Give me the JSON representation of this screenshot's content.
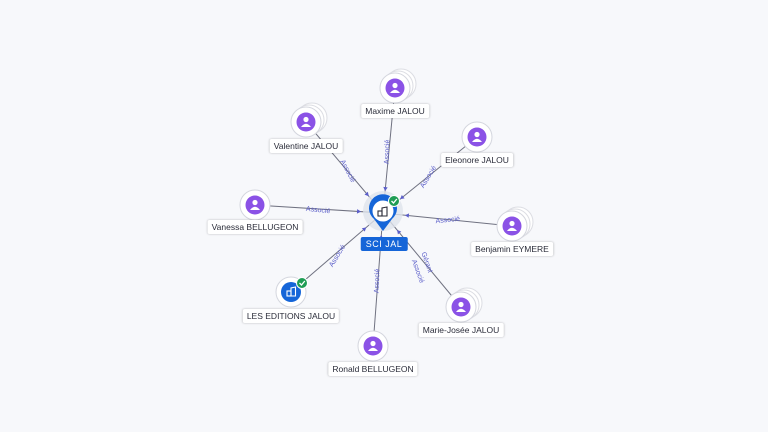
{
  "center": {
    "label": "SCI JAL",
    "icon": "building-icon",
    "verified": true,
    "color": "#1565d8"
  },
  "nodes": [
    {
      "id": "maxime",
      "label": "Maxime JALOU",
      "icon": "person-icon",
      "stacked": true,
      "edge_label": "Associé"
    },
    {
      "id": "valentine",
      "label": "Valentine JALOU",
      "icon": "person-icon",
      "stacked": true,
      "edge_label": "Associé"
    },
    {
      "id": "eleonore",
      "label": "Eleonore JALOU",
      "icon": "person-icon",
      "stacked": false,
      "edge_label": "Associé"
    },
    {
      "id": "vanessa",
      "label": "Vanessa BELLUGEON",
      "icon": "person-icon",
      "stacked": false,
      "edge_label": "Associé"
    },
    {
      "id": "benjamin",
      "label": "Benjamin EYMERE",
      "icon": "person-icon",
      "stacked": true,
      "edge_label": "Associé"
    },
    {
      "id": "editions",
      "label": "LES EDITIONS JALOU",
      "icon": "building-icon",
      "stacked": false,
      "verified": true,
      "edge_label": "Associé"
    },
    {
      "id": "marie",
      "label": "Marie-Josée JALOU",
      "icon": "person-icon",
      "stacked": true,
      "edge_label": "Associé",
      "edge_label_2": "Gérant"
    },
    {
      "id": "ronald",
      "label": "Ronald BELLUGEON",
      "icon": "person-icon",
      "stacked": false,
      "edge_label": "Associé"
    }
  ],
  "colors": {
    "person": "#8b52e6",
    "company": "#1565d8",
    "verified": "#1f9d55",
    "edge_label": "#5b5ec9"
  }
}
